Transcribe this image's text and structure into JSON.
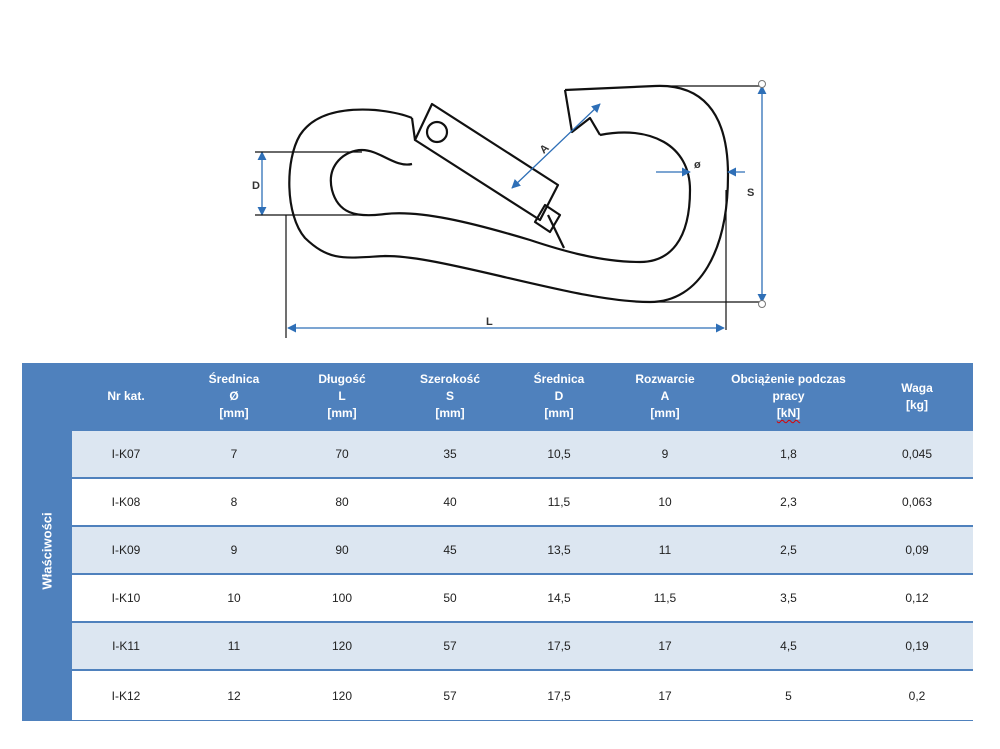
{
  "diagram": {
    "labels": {
      "d": "D",
      "a": "A",
      "diameter": "ø",
      "s": "S",
      "l": "L"
    },
    "colors": {
      "outline": "#111111",
      "dimension": "#2e6fb7"
    }
  },
  "table": {
    "side_label": "Właściwości",
    "headers": [
      {
        "lines": [
          "Nr kat."
        ]
      },
      {
        "lines": [
          "Średnica",
          "Ø",
          "[mm]"
        ]
      },
      {
        "lines": [
          "Długość",
          "L",
          "[mm]"
        ]
      },
      {
        "lines": [
          "Szerokość",
          "S",
          "[mm]"
        ]
      },
      {
        "lines": [
          "Średnica",
          "D",
          "[mm]"
        ]
      },
      {
        "lines": [
          "Rozwarcie",
          "A",
          "[mm]"
        ]
      },
      {
        "lines": [
          "Obciążenie podczas",
          "pracy",
          "[kN]"
        ]
      },
      {
        "lines": [
          "Waga",
          "[kg]"
        ]
      }
    ],
    "rows": [
      [
        "I-K07",
        "7",
        "70",
        "35",
        "10,5",
        "9",
        "1,8",
        "0,045"
      ],
      [
        "I-K08",
        "8",
        "80",
        "40",
        "11,5",
        "10",
        "2,3",
        "0,063"
      ],
      [
        "I-K09",
        "9",
        "90",
        "45",
        "13,5",
        "11",
        "2,5",
        "0,09"
      ],
      [
        "I-K10",
        "10",
        "100",
        "50",
        "14,5",
        "11,5",
        "3,5",
        "0,12"
      ],
      [
        "I-K11",
        "11",
        "120",
        "57",
        "17,5",
        "17",
        "4,5",
        "0,19"
      ],
      [
        "I-K12",
        "12",
        "120",
        "57",
        "17,5",
        "17",
        "5",
        "0,2"
      ]
    ],
    "colors": {
      "header": "#4f81bd",
      "row_shade": "#dce6f1",
      "row_plain": "#ffffff"
    }
  }
}
